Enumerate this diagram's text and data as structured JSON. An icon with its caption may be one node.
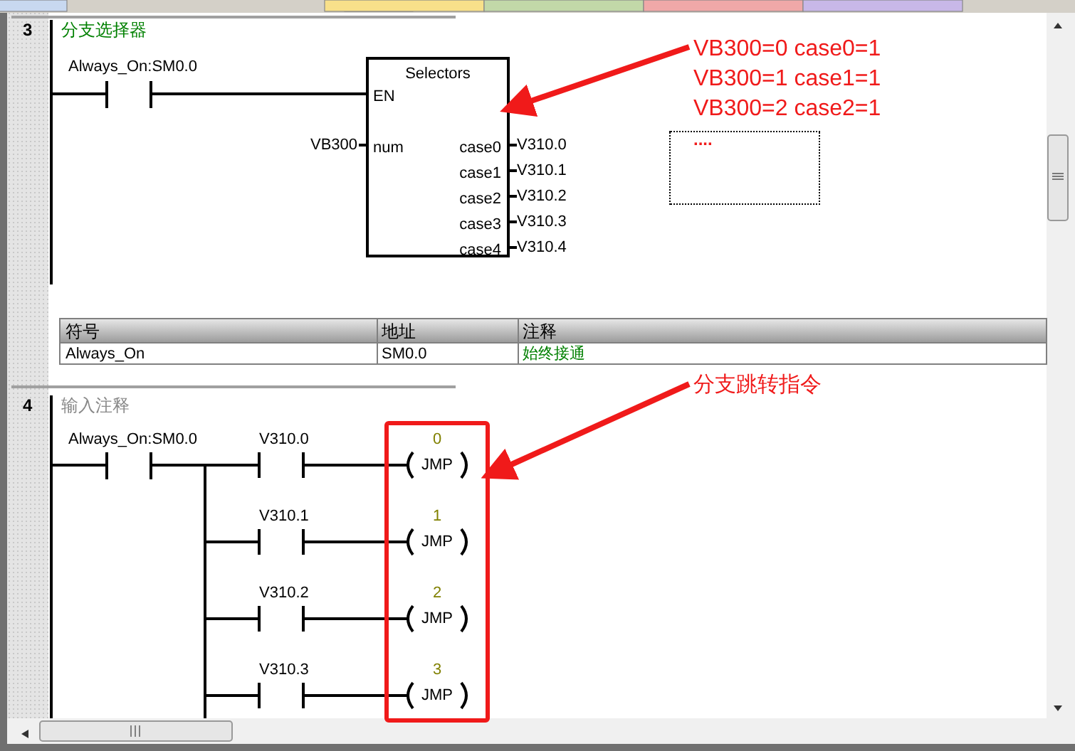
{
  "diagram": {
    "nodes": [
      {
        "text": [
          "Selectors",
          "EN",
          "num",
          "case0",
          "case1",
          "case2",
          "case3",
          "case4"
        ],
        "beside": [
          "VB300",
          "V310.0",
          "V310.1",
          "V310.2",
          "V310.3",
          "V310.4"
        ]
      },
      {
        "text": [
          "VB300=0 case0=1",
          "VB300=1 case1=1",
          "VB300=2 case2=1"
        ]
      },
      {
        "text": [
          "...."
        ]
      },
      {
        "text": [],
        "shape": "box"
      },
      {
        "text": [
          "分支跳转指令"
        ]
      }
    ],
    "edges": [
      {
        "from": 1,
        "to": 0,
        "arrow": "to"
      },
      {
        "from": 4,
        "to": 3,
        "arrow": "to"
      }
    ],
    "labels": [
      "3",
      "分支选择器",
      "Always_On:SM0.0",
      "符号",
      "地址",
      "注释",
      "Always_On",
      "SM0.0",
      "始终接通",
      "4",
      "输入注释",
      "Always_On:SM0.0",
      "V310.0",
      "0",
      "JMP",
      "V310.1",
      "1",
      "JMP",
      "V310.2",
      "2",
      "JMP",
      "V310.3",
      "3",
      "JMP"
    ]
  }
}
